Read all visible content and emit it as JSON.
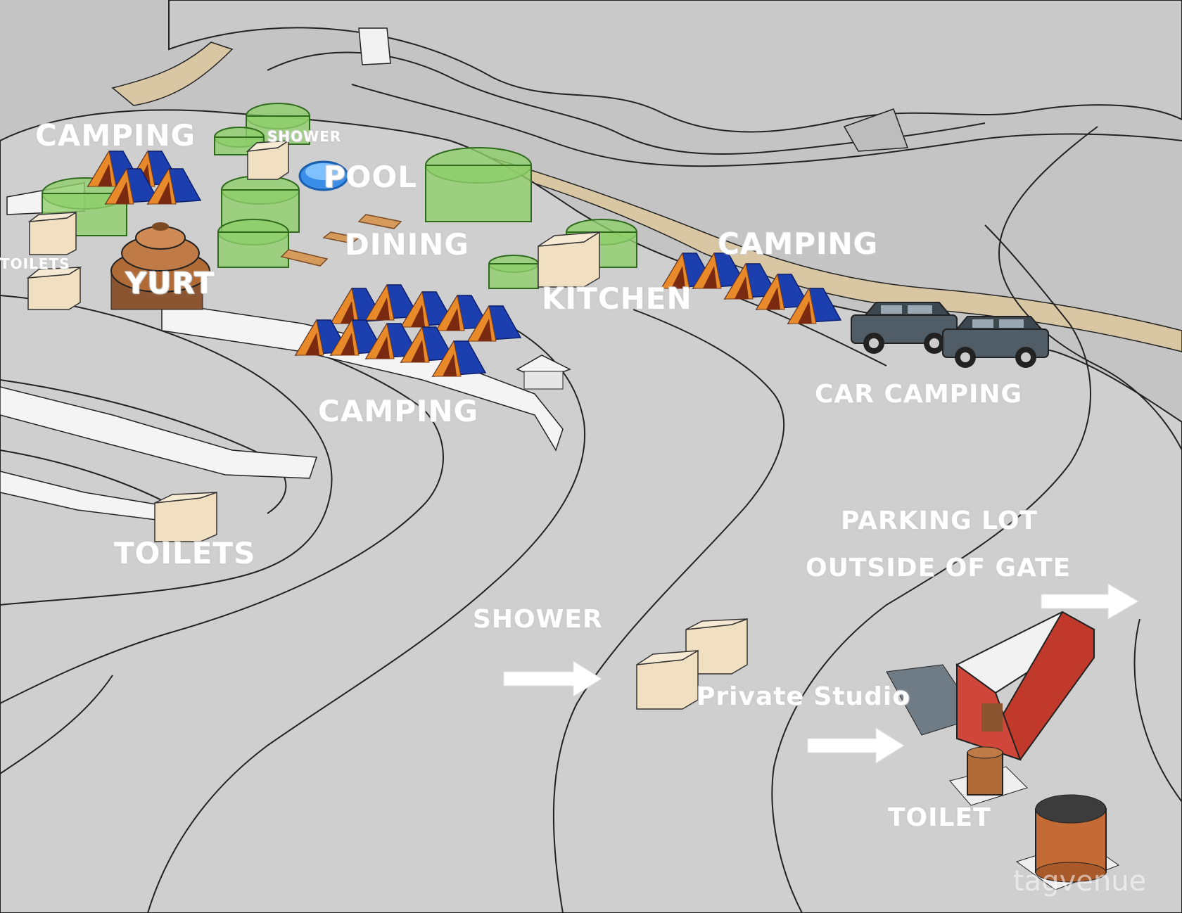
{
  "labels": {
    "camping_top_left": "CAMPING",
    "shower_top": "SHOWER",
    "pool": "POOL",
    "toilets_left": "TOILETS",
    "yurt": "YURT",
    "dining": "DINING",
    "kitchen": "KITCHEN",
    "camping_mid": "CAMPING",
    "camping_right": "CAMPING",
    "car_camping": "CAR CAMPING",
    "toilets_lower": "TOILETS",
    "parking_line1": "PARKING LOT",
    "parking_line2": "OUTSIDE OF GATE",
    "shower_lower": "SHOWER",
    "private_studio": "Private Studio",
    "toilet": "TOILET"
  },
  "watermark": "tagvenue",
  "colors": {
    "terrain": "#c4c4c4",
    "terrain_light": "#d2d2d2",
    "path_sand": "#d9c7a4",
    "tent_blue": "#1c3fb0",
    "tent_orange": "#e88a2a",
    "dome_green": "#8fce6a",
    "box_cream": "#f0dfc0",
    "car_gray": "#505c66",
    "container_red": "#c0392b",
    "pool_blue": "#3a8ee8",
    "wood": "#b06a35"
  }
}
